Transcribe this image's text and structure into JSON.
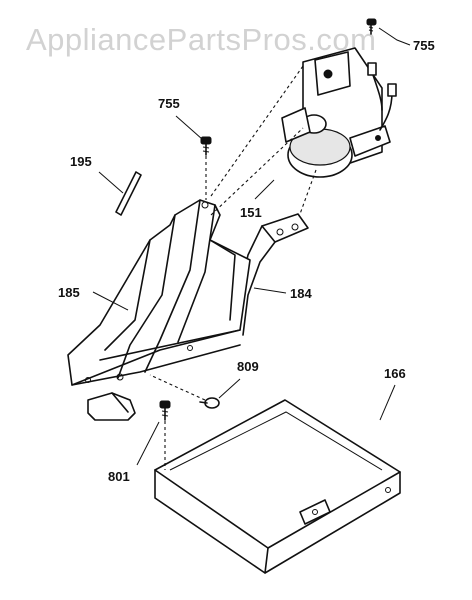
{
  "watermark": "AppliancePartsPros.com",
  "callouts": {
    "p755_top": "755",
    "p755_mid": "755",
    "p195": "195",
    "p151": "151",
    "p185": "185",
    "p184": "184",
    "p809": "809",
    "p166": "166",
    "p801": "801"
  }
}
